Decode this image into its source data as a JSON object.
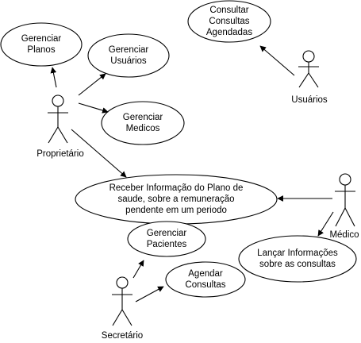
{
  "actors": {
    "proprietario": "Proprietário",
    "usuarios": "Usuários",
    "medico": "Médico",
    "secretario": "Secretário"
  },
  "use_cases": {
    "gerenciar_planos": [
      "Gerenciar",
      "Planos"
    ],
    "gerenciar_usuarios": [
      "Gerenciar",
      "Usuários"
    ],
    "gerenciar_medicos": [
      "Gerenciar",
      "Medicos"
    ],
    "consultar_consultas": [
      "Consultar",
      "Consultas",
      "Agendadas"
    ],
    "receber_informacao": [
      "Receber Informação do Plano de",
      "saude, sobre a remuneração",
      "pendente em um periodo"
    ],
    "gerenciar_pacientes": [
      "Gerenciar",
      "Pacientes"
    ],
    "agendar_consultas": [
      "Agendar",
      "Consultas"
    ],
    "lancar_informacoes": [
      "Lançar Informações",
      "sobre as consultas"
    ]
  }
}
